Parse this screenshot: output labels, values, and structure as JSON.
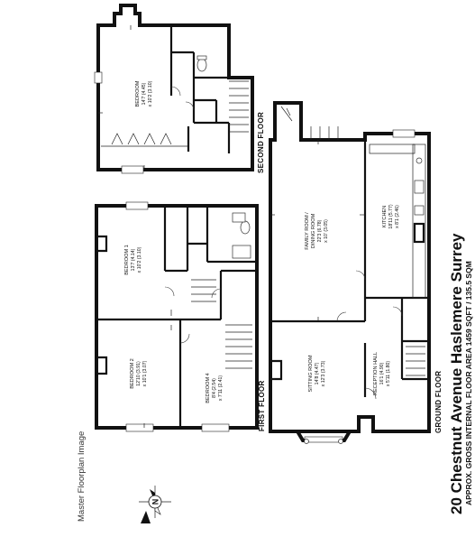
{
  "property": {
    "address": "20 Chestnut Avenue Haslemere Surrey",
    "area_note": "APPROX. GROSS INTERNAL FLOOR AREA 1459 SQFT / 135.5 SQM"
  },
  "master_label": "Master Floorplan Image",
  "compass": {
    "letter": "N"
  },
  "floors": {
    "ground": {
      "label": "GROUND FLOOR",
      "rooms": {
        "family": {
          "name1": "FAMILY ROOM /",
          "name2": "DINING ROOM",
          "dim1": "22'3 (6.78)",
          "dim2": "x 10' (3.05)"
        },
        "kitchen": {
          "name": "KITCHEN",
          "dim1": "18'11 (5.77)",
          "dim2": "x 8'1 (2.46)"
        },
        "sitting": {
          "name": "SITTING ROOM",
          "dim1": "14'8 (4.47)",
          "dim2": "x 12'3 (3.73)"
        },
        "reception": {
          "name": "RECEPTION HALL",
          "dim1": "16'1 (4.90)",
          "dim2": "x 5'11 (1.80)"
        }
      }
    },
    "first": {
      "label": "FIRST FLOOR",
      "rooms": {
        "bed1": {
          "name": "BEDROOM 1",
          "dim1": "13'7 (4.14)",
          "dim2": "x 10'2 (3.10)"
        },
        "bed2": {
          "name": "BEDROOM 2",
          "dim1": "12'10 (3.91)",
          "dim2": "x 10'1 (3.07)"
        },
        "bed4": {
          "name": "BEDROOM 4",
          "dim1": "8'4 (2.54)",
          "dim2": "x 7'11 (2.41)"
        }
      }
    },
    "second": {
      "label": "SECOND FLOOR",
      "rooms": {
        "bed": {
          "name": "BEDROOM",
          "dim1": "14'7 (4.45)",
          "dim2": "x 10'2 (3.10)"
        }
      }
    }
  }
}
